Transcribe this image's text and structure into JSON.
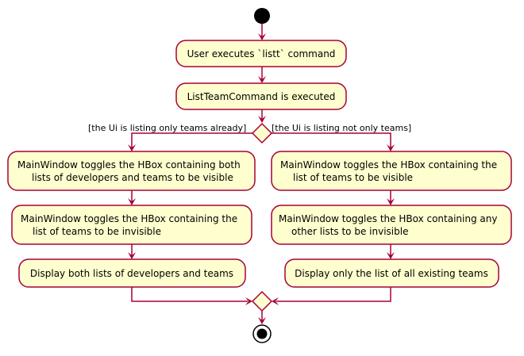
{
  "diagram": {
    "nodes": {
      "user_executes": [
        "User executes `listt` command"
      ],
      "command_executed": [
        "ListTeamCommand is executed"
      ],
      "left_toggle_both": [
        "MainWindow toggles the HBox containing both",
        "lists of developers and teams to be visible"
      ],
      "left_toggle_teams_invisible": [
        "MainWindow toggles the HBox containing the",
        "list of teams to be invisible"
      ],
      "left_display": [
        "Display both lists of developers and teams"
      ],
      "right_toggle_teams_visible": [
        "MainWindow toggles the HBox containing the",
        "list of teams to be visible"
      ],
      "right_toggle_others_invisible": [
        "MainWindow toggles the HBox containing any",
        "other lists to be invisible"
      ],
      "right_display": [
        "Display only the list of all existing teams"
      ]
    },
    "guards": {
      "left": "[the Ui is listing only teams already]",
      "right": "[the Ui is listing not only teams]"
    }
  }
}
